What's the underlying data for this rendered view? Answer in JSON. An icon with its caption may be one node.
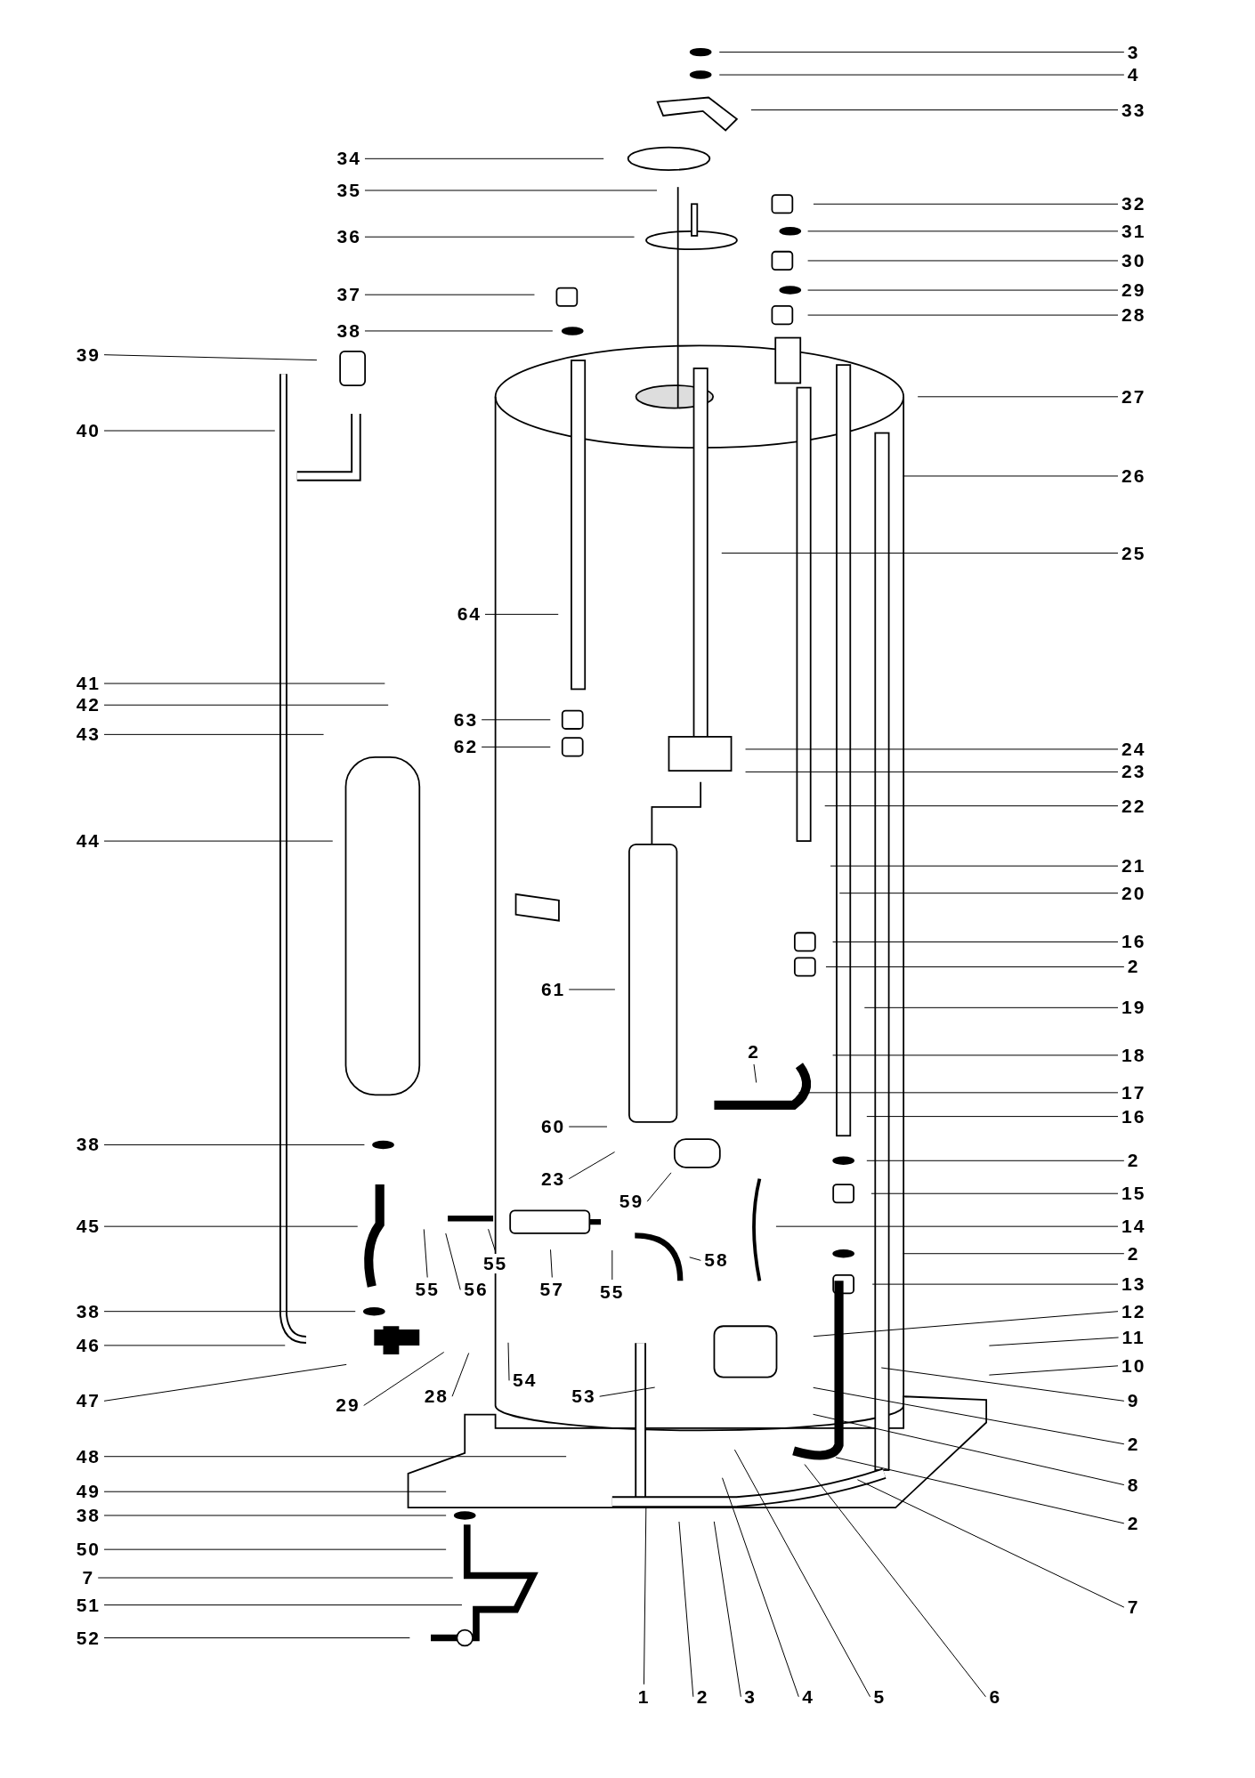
{
  "diagram": {
    "nodes": [
      {
        "text": [
          "3"
        ]
      },
      {
        "text": [
          "4"
        ]
      },
      {
        "text": [
          "33"
        ]
      },
      {
        "text": [
          "32"
        ]
      },
      {
        "text": [
          "31"
        ]
      },
      {
        "text": [
          "30"
        ]
      },
      {
        "text": [
          "29"
        ]
      },
      {
        "text": [
          "28"
        ]
      },
      {
        "text": [
          "27"
        ]
      },
      {
        "text": [
          "26"
        ]
      },
      {
        "text": [
          "25"
        ]
      },
      {
        "text": [
          "24"
        ]
      },
      {
        "text": [
          "23"
        ]
      },
      {
        "text": [
          "22"
        ]
      },
      {
        "text": [
          "21"
        ]
      },
      {
        "text": [
          "20"
        ]
      },
      {
        "text": [
          "16"
        ]
      },
      {
        "text": [
          "2"
        ]
      },
      {
        "text": [
          "19"
        ]
      },
      {
        "text": [
          "18"
        ]
      },
      {
        "text": [
          "17"
        ]
      },
      {
        "text": [
          "16"
        ]
      },
      {
        "text": [
          "2"
        ]
      },
      {
        "text": [
          "15"
        ]
      },
      {
        "text": [
          "14"
        ]
      },
      {
        "text": [
          "2"
        ]
      },
      {
        "text": [
          "13"
        ]
      },
      {
        "text": [
          "12"
        ]
      },
      {
        "text": [
          "11"
        ]
      },
      {
        "text": [
          "10"
        ]
      },
      {
        "text": [
          "9"
        ]
      },
      {
        "text": [
          "2"
        ]
      },
      {
        "text": [
          "8"
        ]
      },
      {
        "text": [
          "2"
        ]
      },
      {
        "text": [
          "7"
        ]
      },
      {
        "text": [
          "34"
        ]
      },
      {
        "text": [
          "35"
        ]
      },
      {
        "text": [
          "36"
        ]
      },
      {
        "text": [
          "37"
        ]
      },
      {
        "text": [
          "38"
        ]
      },
      {
        "text": [
          "39"
        ]
      },
      {
        "text": [
          "40"
        ]
      },
      {
        "text": [
          "41"
        ]
      },
      {
        "text": [
          "42"
        ]
      },
      {
        "text": [
          "43"
        ]
      },
      {
        "text": [
          "44"
        ]
      },
      {
        "text": [
          "38"
        ]
      },
      {
        "text": [
          "45"
        ]
      },
      {
        "text": [
          "38"
        ]
      },
      {
        "text": [
          "46"
        ]
      },
      {
        "text": [
          "47"
        ]
      },
      {
        "text": [
          "48"
        ]
      },
      {
        "text": [
          "49"
        ]
      },
      {
        "text": [
          "38"
        ]
      },
      {
        "text": [
          "50"
        ]
      },
      {
        "text": [
          "7"
        ]
      },
      {
        "text": [
          "51"
        ]
      },
      {
        "text": [
          "52"
        ]
      },
      {
        "text": [
          "64"
        ]
      },
      {
        "text": [
          "63"
        ]
      },
      {
        "text": [
          "62"
        ]
      },
      {
        "text": [
          "61"
        ]
      },
      {
        "text": [
          "2"
        ]
      },
      {
        "text": [
          "60"
        ]
      },
      {
        "text": [
          "23"
        ]
      },
      {
        "text": [
          "59"
        ]
      },
      {
        "text": [
          "55"
        ]
      },
      {
        "text": [
          "55"
        ]
      },
      {
        "text": [
          "56"
        ]
      },
      {
        "text": [
          "57"
        ]
      },
      {
        "text": [
          "55"
        ]
      },
      {
        "text": [
          "58"
        ]
      },
      {
        "text": [
          "29"
        ]
      },
      {
        "text": [
          "28"
        ]
      },
      {
        "text": [
          "54"
        ]
      },
      {
        "text": [
          "53"
        ]
      },
      {
        "text": [
          "1"
        ]
      },
      {
        "text": [
          "2"
        ]
      },
      {
        "text": [
          "3"
        ]
      },
      {
        "text": [
          "4"
        ]
      },
      {
        "text": [
          "5"
        ]
      },
      {
        "text": [
          "6"
        ]
      }
    ],
    "edges": [
      {
        "from": 0,
        "to": null,
        "arrow": "none"
      },
      {
        "from": 1,
        "to": null,
        "arrow": "none"
      },
      {
        "from": 2,
        "to": null,
        "arrow": "none"
      },
      {
        "from": 3,
        "to": null,
        "arrow": "none"
      },
      {
        "from": 4,
        "to": null,
        "arrow": "none"
      },
      {
        "from": 5,
        "to": null,
        "arrow": "none"
      },
      {
        "from": 6,
        "to": null,
        "arrow": "none"
      },
      {
        "from": 7,
        "to": null,
        "arrow": "none"
      },
      {
        "from": 8,
        "to": null,
        "arrow": "none"
      },
      {
        "from": 9,
        "to": null,
        "arrow": "none"
      },
      {
        "from": 10,
        "to": null,
        "arrow": "none"
      },
      {
        "from": 11,
        "to": null,
        "arrow": "none"
      },
      {
        "from": 12,
        "to": null,
        "arrow": "none"
      },
      {
        "from": 13,
        "to": null,
        "arrow": "none"
      },
      {
        "from": 14,
        "to": null,
        "arrow": "none"
      },
      {
        "from": 15,
        "to": null,
        "arrow": "none"
      },
      {
        "from": 16,
        "to": null,
        "arrow": "none"
      },
      {
        "from": 17,
        "to": null,
        "arrow": "none"
      },
      {
        "from": 18,
        "to": null,
        "arrow": "none"
      },
      {
        "from": 19,
        "to": null,
        "arrow": "none"
      },
      {
        "from": 20,
        "to": null,
        "arrow": "none"
      },
      {
        "from": 21,
        "to": null,
        "arrow": "none"
      },
      {
        "from": 22,
        "to": null,
        "arrow": "none"
      },
      {
        "from": 23,
        "to": null,
        "arrow": "none"
      },
      {
        "from": 24,
        "to": null,
        "arrow": "none"
      },
      {
        "from": 25,
        "to": null,
        "arrow": "none"
      },
      {
        "from": 26,
        "to": null,
        "arrow": "none"
      },
      {
        "from": 27,
        "to": null,
        "arrow": "none"
      },
      {
        "from": 28,
        "to": null,
        "arrow": "none"
      },
      {
        "from": 29,
        "to": null,
        "arrow": "none"
      },
      {
        "from": 30,
        "to": null,
        "arrow": "none"
      },
      {
        "from": 31,
        "to": null,
        "arrow": "none"
      },
      {
        "from": 32,
        "to": null,
        "arrow": "none"
      },
      {
        "from": 33,
        "to": null,
        "arrow": "none"
      },
      {
        "from": 34,
        "to": null,
        "arrow": "none"
      },
      {
        "from": 35,
        "to": null,
        "arrow": "none"
      },
      {
        "from": 36,
        "to": null,
        "arrow": "none"
      },
      {
        "from": 37,
        "to": null,
        "arrow": "none"
      },
      {
        "from": 38,
        "to": null,
        "arrow": "none"
      },
      {
        "from": 39,
        "to": null,
        "arrow": "none"
      },
      {
        "from": 40,
        "to": null,
        "arrow": "none"
      },
      {
        "from": 41,
        "to": null,
        "arrow": "none"
      },
      {
        "from": 42,
        "to": null,
        "arrow": "none"
      },
      {
        "from": 43,
        "to": null,
        "arrow": "none"
      },
      {
        "from": 44,
        "to": null,
        "arrow": "none"
      },
      {
        "from": 45,
        "to": null,
        "arrow": "none"
      },
      {
        "from": 46,
        "to": null,
        "arrow": "none"
      },
      {
        "from": 47,
        "to": null,
        "arrow": "none"
      },
      {
        "from": 48,
        "to": null,
        "arrow": "none"
      },
      {
        "from": 49,
        "to": null,
        "arrow": "none"
      },
      {
        "from": 50,
        "to": null,
        "arrow": "none"
      },
      {
        "from": 51,
        "to": null,
        "arrow": "none"
      },
      {
        "from": 52,
        "to": null,
        "arrow": "none"
      },
      {
        "from": 53,
        "to": null,
        "arrow": "none"
      },
      {
        "from": 54,
        "to": null,
        "arrow": "none"
      },
      {
        "from": 55,
        "to": null,
        "arrow": "none"
      },
      {
        "from": 56,
        "to": null,
        "arrow": "none"
      },
      {
        "from": 57,
        "to": null,
        "arrow": "none"
      },
      {
        "from": 58,
        "to": null,
        "arrow": "none"
      },
      {
        "from": 59,
        "to": null,
        "arrow": "none"
      },
      {
        "from": 60,
        "to": null,
        "arrow": "none"
      },
      {
        "from": 61,
        "to": null,
        "arrow": "none"
      },
      {
        "from": 62,
        "to": null,
        "arrow": "none"
      },
      {
        "from": 63,
        "to": null,
        "arrow": "none"
      },
      {
        "from": 64,
        "to": null,
        "arrow": "none"
      },
      {
        "from": 65,
        "to": null,
        "arrow": "none"
      },
      {
        "from": 66,
        "to": null,
        "arrow": "none"
      },
      {
        "from": 67,
        "to": null,
        "arrow": "none"
      },
      {
        "from": 68,
        "to": null,
        "arrow": "none"
      },
      {
        "from": 69,
        "to": null,
        "arrow": "none"
      },
      {
        "from": 70,
        "to": null,
        "arrow": "none"
      },
      {
        "from": 71,
        "to": null,
        "arrow": "none"
      },
      {
        "from": 72,
        "to": null,
        "arrow": "none"
      },
      {
        "from": 73,
        "to": null,
        "arrow": "none"
      },
      {
        "from": 74,
        "to": null,
        "arrow": "none"
      },
      {
        "from": 75,
        "to": null,
        "arrow": "none"
      },
      {
        "from": 76,
        "to": null,
        "arrow": "none"
      },
      {
        "from": 77,
        "to": null,
        "arrow": "none"
      },
      {
        "from": 78,
        "to": null,
        "arrow": "none"
      },
      {
        "from": 79,
        "to": null,
        "arrow": "none"
      },
      {
        "from": 80,
        "to": null,
        "arrow": "none"
      },
      {
        "from": 81,
        "to": null,
        "arrow": "none"
      }
    ]
  }
}
